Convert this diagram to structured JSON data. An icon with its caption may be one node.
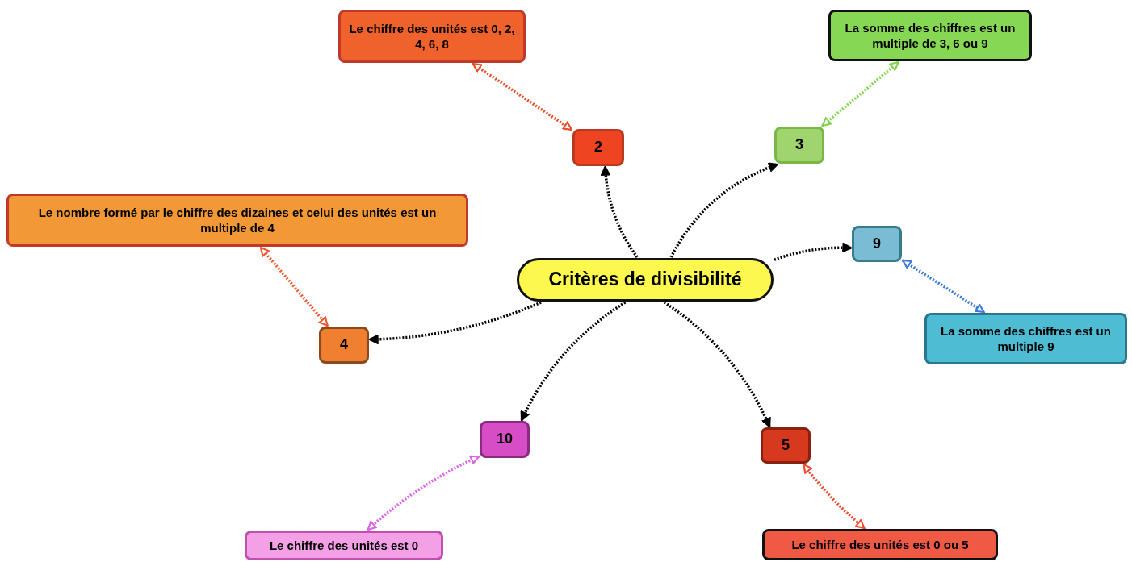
{
  "diagram": {
    "nodes": [
      {
        "text": [
          "Critères de divisibilité"
        ]
      },
      {
        "text": [
          "2"
        ]
      },
      {
        "text": [
          "Le chiffre des unités est 0, 2, 4, 6, 8"
        ]
      },
      {
        "text": [
          "3"
        ]
      },
      {
        "text": [
          "La somme des chiffres est un multiple de 3, 6 ou 9"
        ]
      },
      {
        "text": [
          "9"
        ]
      },
      {
        "text": [
          "La somme des chiffres est un multiple 9"
        ]
      },
      {
        "text": [
          "4"
        ]
      },
      {
        "text": [
          "Le nombre formé par le chiffre des dizaines et celui des unités est un multiple de 4"
        ]
      },
      {
        "text": [
          "10"
        ]
      },
      {
        "text": [
          "Le chiffre des unités est 0"
        ]
      },
      {
        "text": [
          "5"
        ]
      },
      {
        "text": [
          "Le chiffre des unités est 0 ou 5"
        ]
      }
    ],
    "edges": [
      {
        "from": 0,
        "to": 1,
        "arrow": "to",
        "style": "dashed",
        "color": "#000000"
      },
      {
        "from": 0,
        "to": 3,
        "arrow": "to",
        "style": "dashed",
        "color": "#000000"
      },
      {
        "from": 0,
        "to": 5,
        "arrow": "to",
        "style": "dashed",
        "color": "#000000"
      },
      {
        "from": 0,
        "to": 7,
        "arrow": "to",
        "style": "dashed",
        "color": "#000000"
      },
      {
        "from": 0,
        "to": 9,
        "arrow": "to",
        "style": "dashed",
        "color": "#000000"
      },
      {
        "from": 0,
        "to": 11,
        "arrow": "to",
        "style": "dashed",
        "color": "#000000"
      },
      {
        "from": 1,
        "to": 2,
        "arrow": "both",
        "style": "dashed",
        "color": "#e8502c"
      },
      {
        "from": 3,
        "to": 4,
        "arrow": "both",
        "style": "dashed",
        "color": "#7fd44a"
      },
      {
        "from": 5,
        "to": 6,
        "arrow": "both",
        "style": "dashed",
        "color": "#3a7ad8"
      },
      {
        "from": 7,
        "to": 8,
        "arrow": "both",
        "style": "dashed",
        "color": "#f05a30"
      },
      {
        "from": 9,
        "to": 10,
        "arrow": "both",
        "style": "dashed",
        "color": "#e060e8"
      },
      {
        "from": 11,
        "to": 12,
        "arrow": "both",
        "style": "dashed",
        "color": "#f04a30"
      }
    ]
  }
}
